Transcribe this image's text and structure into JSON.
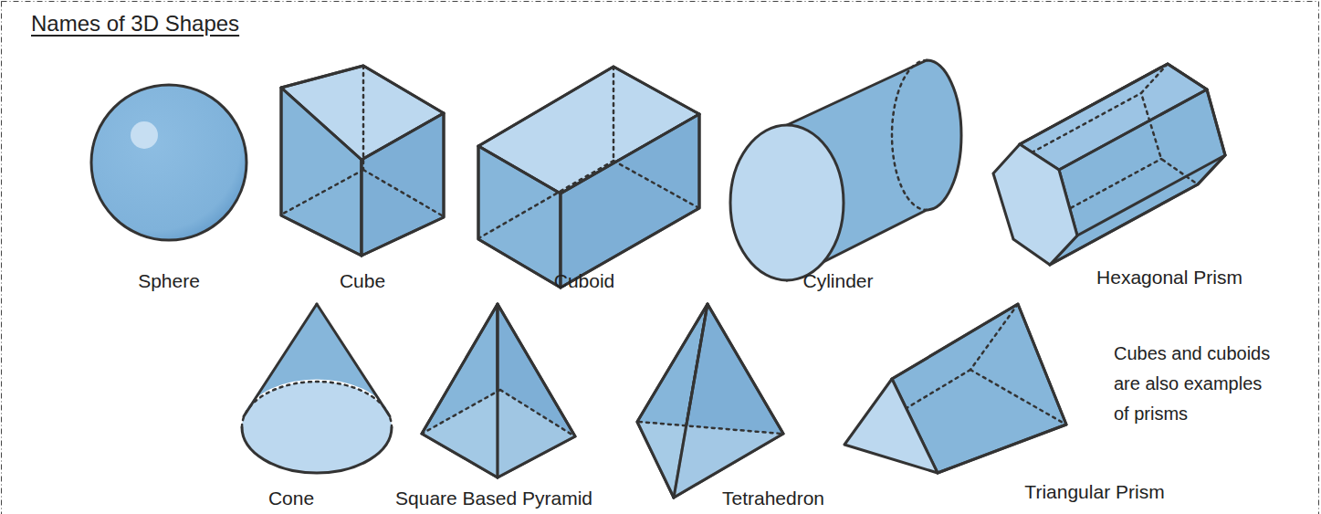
{
  "diagram": {
    "title": "Names of 3D Shapes",
    "labels": [
      "Sphere",
      "Cube",
      "Cuboid",
      "Cylinder",
      "Hexagonal Prism",
      "Cone",
      "Square Based Pyramid",
      "Tetrahedron",
      "Triangular Prism",
      "Cubes and cuboids are also examples of prisms"
    ]
  }
}
